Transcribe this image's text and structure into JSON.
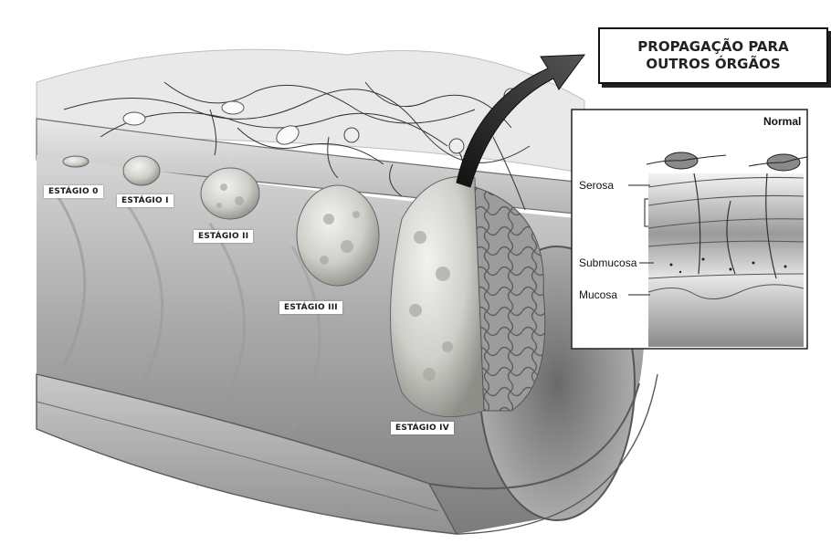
{
  "callout": {
    "line1": "PROPAGAÇÃO PARA",
    "line2": "OUTROS ÓRGÃOS"
  },
  "stages": [
    {
      "label": "ESTÁGIO 0"
    },
    {
      "label": "ESTÁGIO I"
    },
    {
      "label": "ESTÁGIO II"
    },
    {
      "label": "ESTÁGIO III"
    },
    {
      "label": "ESTÁGIO IV"
    }
  ],
  "inset": {
    "title": "Normal",
    "layers": [
      {
        "label": "Serosa"
      },
      {
        "label": "Submucosa"
      },
      {
        "label": "Mucosa"
      }
    ]
  }
}
